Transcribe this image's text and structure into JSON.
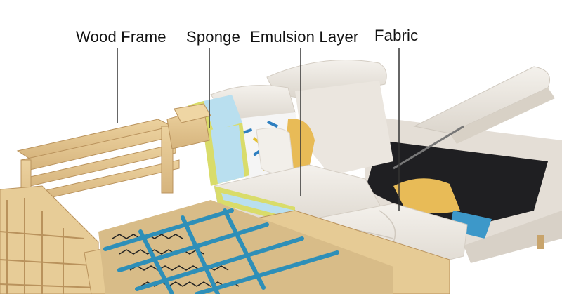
{
  "labels": {
    "wood_frame": "Wood Frame",
    "sponge": "Sponge",
    "emulsion_layer": "Emulsion Layer",
    "fabric": "Fabric"
  },
  "colors": {
    "wood": "#e3c48f",
    "wood_dark": "#c8a46c",
    "sponge": "#d9dc6a",
    "emulsion": "#b9dfef",
    "fabric": "#ece7e0",
    "spring_band": "#2e8fb8",
    "pillow_yellow": "#e8bb57",
    "pillow_blue": "#3d98c9"
  }
}
